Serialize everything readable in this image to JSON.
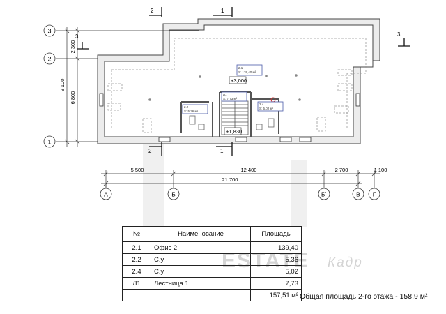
{
  "axes": {
    "rows": [
      "3",
      "2",
      "1"
    ],
    "cols": [
      "А",
      "Б",
      "Б`",
      "В",
      "Г"
    ]
  },
  "dimensions": {
    "left_dims": [
      "2 300",
      "6 800",
      "9 100"
    ],
    "bottom_dims": [
      "5 500",
      "12 400",
      "2 700",
      "1 100"
    ],
    "overall_width": "21 700"
  },
  "section_marks": [
    "2",
    "1",
    "3",
    "2",
    "1",
    "3"
  ],
  "level_marks": {
    "upper": "+3,000",
    "lower": "+1,830"
  },
  "room_tags": [
    {
      "id": "2.1",
      "area": "S: 139,40 м²"
    },
    {
      "id": "Л1",
      "area": "S: 7,73 м²"
    },
    {
      "id": "2.2",
      "area": "S: 5,36 м²"
    },
    {
      "id": "2.4",
      "area": "S: 5,02 м²"
    }
  ],
  "table": {
    "headers": {
      "num": "№",
      "name": "Наименование",
      "area": "Площадь"
    },
    "rows": [
      {
        "num": "2.1",
        "name": "Офис 2",
        "area": "139,40"
      },
      {
        "num": "2.2",
        "name": "С.у.",
        "area": "5,36"
      },
      {
        "num": "2.4",
        "name": "С.у.",
        "area": "5,02"
      },
      {
        "num": "Л1",
        "name": "Лестница 1",
        "area": "7,73"
      }
    ],
    "total": "157,51 м²"
  },
  "floor_total": "Общая площадь 2-го этажа - 158,9 м²",
  "watermark": {
    "main": "ESTATE",
    "sub": "Кадр"
  }
}
